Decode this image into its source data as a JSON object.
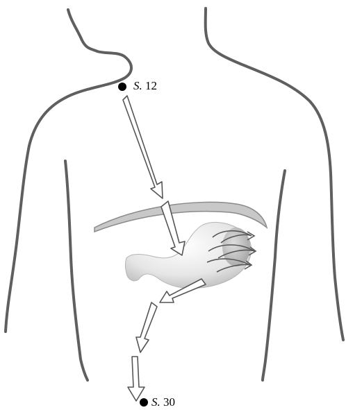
{
  "points": [
    {
      "id": "upper",
      "prefix": "S.",
      "number": "12"
    },
    {
      "id": "lower",
      "prefix": "S.",
      "number": "30"
    }
  ],
  "colors": {
    "outline": "#5f5f5f",
    "arrow_stroke": "#555555",
    "arrow_fill": "#ffffff",
    "stomach_fill": "#e9e9e9",
    "stomach_shadow": "#cfcfcf",
    "diaphragm": "#8a8a8a",
    "point_dot": "#000000"
  }
}
